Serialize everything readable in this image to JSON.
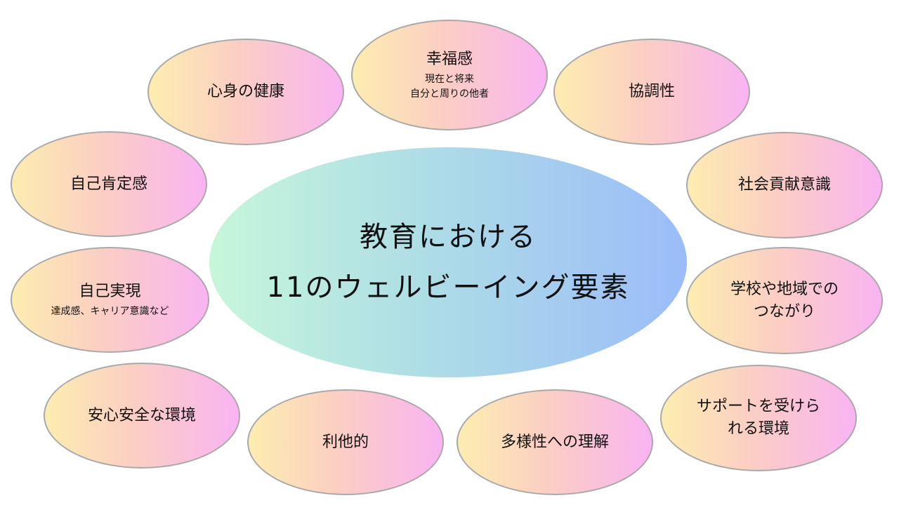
{
  "center": {
    "line1": "教育における",
    "line2": "11のウェルビーイング要素"
  },
  "items": [
    {
      "title": "心身の健康"
    },
    {
      "title": "幸福感",
      "sub1": "現在と将来",
      "sub2": "自分と周りの他者"
    },
    {
      "title": "協調性"
    },
    {
      "title": "自己肯定感"
    },
    {
      "title": "社会貢献意識"
    },
    {
      "title": "自己実現",
      "sub1": "達成感、キャリア意識など"
    },
    {
      "title": "学校や地域での",
      "title2": "つながり"
    },
    {
      "title": "安心安全な環境"
    },
    {
      "title": "利他的"
    },
    {
      "title": "多様性への理解"
    },
    {
      "title": "サポートを受けら",
      "title2": "れる環境"
    }
  ],
  "colors": {
    "bubble_start": "#fdedb0",
    "bubble_end": "#f9b4f2",
    "center_start": "#c6f7da",
    "center_end": "#9bbcf9",
    "border": "#a9a9a9"
  }
}
